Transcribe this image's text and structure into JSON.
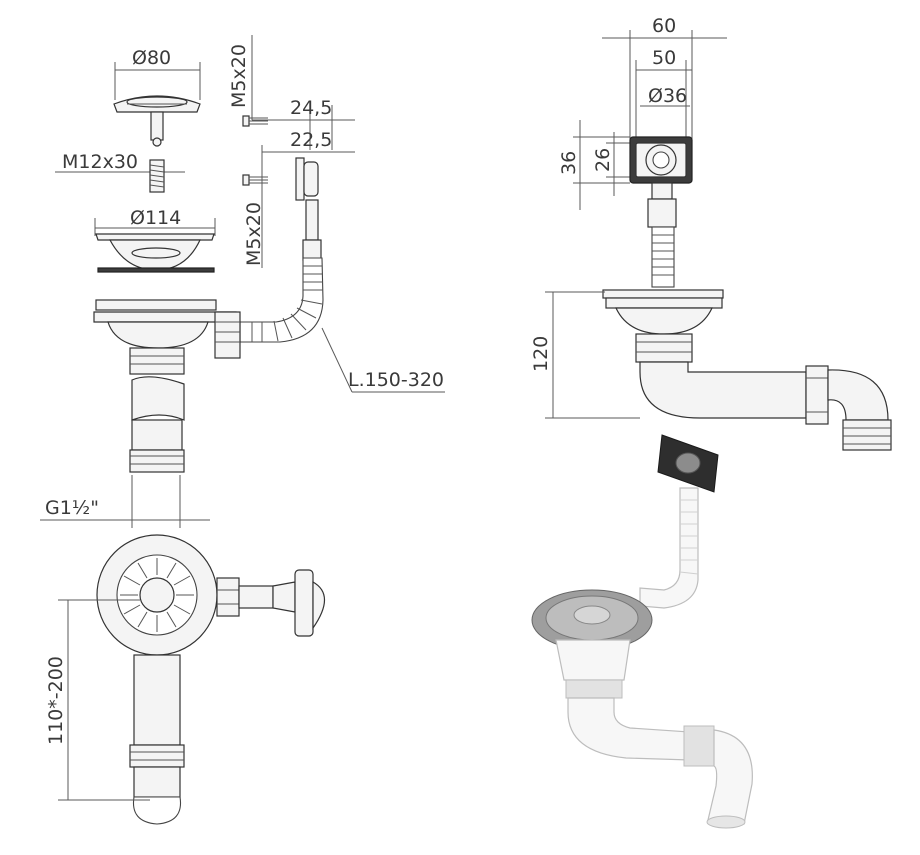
{
  "dimensions": {
    "strainer_diameter": "Ø80",
    "screw_top": "M5x20",
    "overflow_width_1": "24,5",
    "overflow_width_2": "22,5",
    "bolt": "M12x30",
    "screw_bottom": "M5x20",
    "basket_diameter": "Ø114",
    "hose_length": "L.150-320",
    "thread": "G1½\"",
    "height_range": "110*-200",
    "outer_width": "60",
    "inner_width": "50",
    "overflow_diameter": "Ø36",
    "overflow_height": "36",
    "overflow_inner_height": "26",
    "drain_height": "120"
  },
  "colors": {
    "line": "#333333",
    "dimension": "#5a5a5a",
    "overflow_plate": "#3c3c3c",
    "plastic": "#f7f7f7",
    "steel": "#9e9e9e"
  }
}
